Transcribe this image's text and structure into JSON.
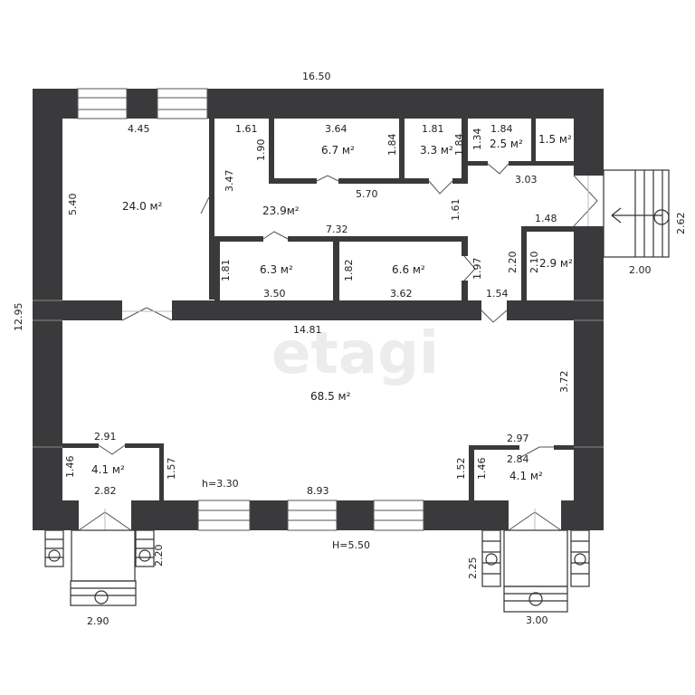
{
  "watermark": "etagi",
  "rooms": [
    {
      "id": "r-left",
      "area": "24.0 м²"
    },
    {
      "id": "r-hall",
      "area": "23.9м²"
    },
    {
      "id": "r-a",
      "area": "6.7 м²"
    },
    {
      "id": "r-b",
      "area": "3.3 м²"
    },
    {
      "id": "r-c",
      "area": "2.5 м²"
    },
    {
      "id": "r-d",
      "area": "1.5 м²"
    },
    {
      "id": "r-e",
      "area": "6.3 м²"
    },
    {
      "id": "r-f",
      "area": "6.6 м²"
    },
    {
      "id": "r-g",
      "area": "2.9 м²"
    },
    {
      "id": "r-main",
      "area": "68.5 м²"
    },
    {
      "id": "r-bl",
      "area": "4.1 м²"
    },
    {
      "id": "r-br",
      "area": "4.1 м²"
    }
  ],
  "dimensions": {
    "overall_width": "16.50",
    "overall_height": "12.95",
    "left_room_width": "4.45",
    "left_room_height": "5.40",
    "hall_a": "1.61",
    "hall_b": "1.90",
    "hall_c": "3.47",
    "room_a_width": "3.64",
    "room_a_height": "1.84",
    "room_b_width": "1.81",
    "room_b_height": "1.84",
    "room_c_width": "1.84",
    "room_c_height": "1.34",
    "d_303": "3.03",
    "d_570": "5.70",
    "d_161b": "1.61",
    "d_732": "7.32",
    "d_148": "1.48",
    "room_e_height": "1.81",
    "room_e_width": "3.50",
    "room_f_height": "1.82",
    "room_f_width": "3.62",
    "d_197": "1.97",
    "d_220": "2.20",
    "d_210": "2.10",
    "d_154": "1.54",
    "main_width": "14.81",
    "main_height": "3.72",
    "bl_top": "2.91",
    "bl_side": "1.46",
    "bl_bottom": "2.82",
    "d_157": "1.57",
    "ceiling_h": "h=3.30",
    "d_893": "8.93",
    "d_152": "1.52",
    "br_top": "2.97",
    "br_inner": "2.84",
    "br_side": "1.46",
    "ext_h": "H=5.50",
    "stair_r_w": "2.00",
    "stair_r_h": "2.62",
    "porch_l_w": "2.90",
    "porch_l_h": "2.20",
    "porch_r_w": "3.00",
    "porch_r_h": "2.25"
  }
}
